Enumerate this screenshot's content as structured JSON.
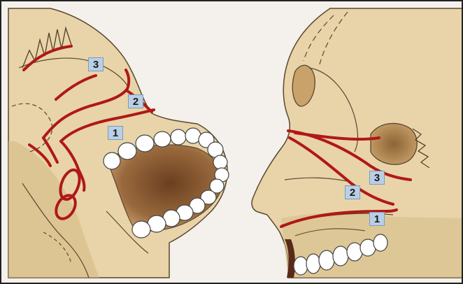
{
  "colors": {
    "skull": "#e8d4a8",
    "skull_shadow": "#d6bb86",
    "outline": "#5a4630",
    "artery": "#b01818",
    "mouth_cavity": "#8a5a32",
    "teeth": "#ffffff",
    "label_fill": "#b8cfe6"
  },
  "left_figure": {
    "labels": [
      "3",
      "2",
      "1"
    ]
  },
  "right_figure": {
    "labels": [
      "3",
      "2",
      "1"
    ]
  }
}
